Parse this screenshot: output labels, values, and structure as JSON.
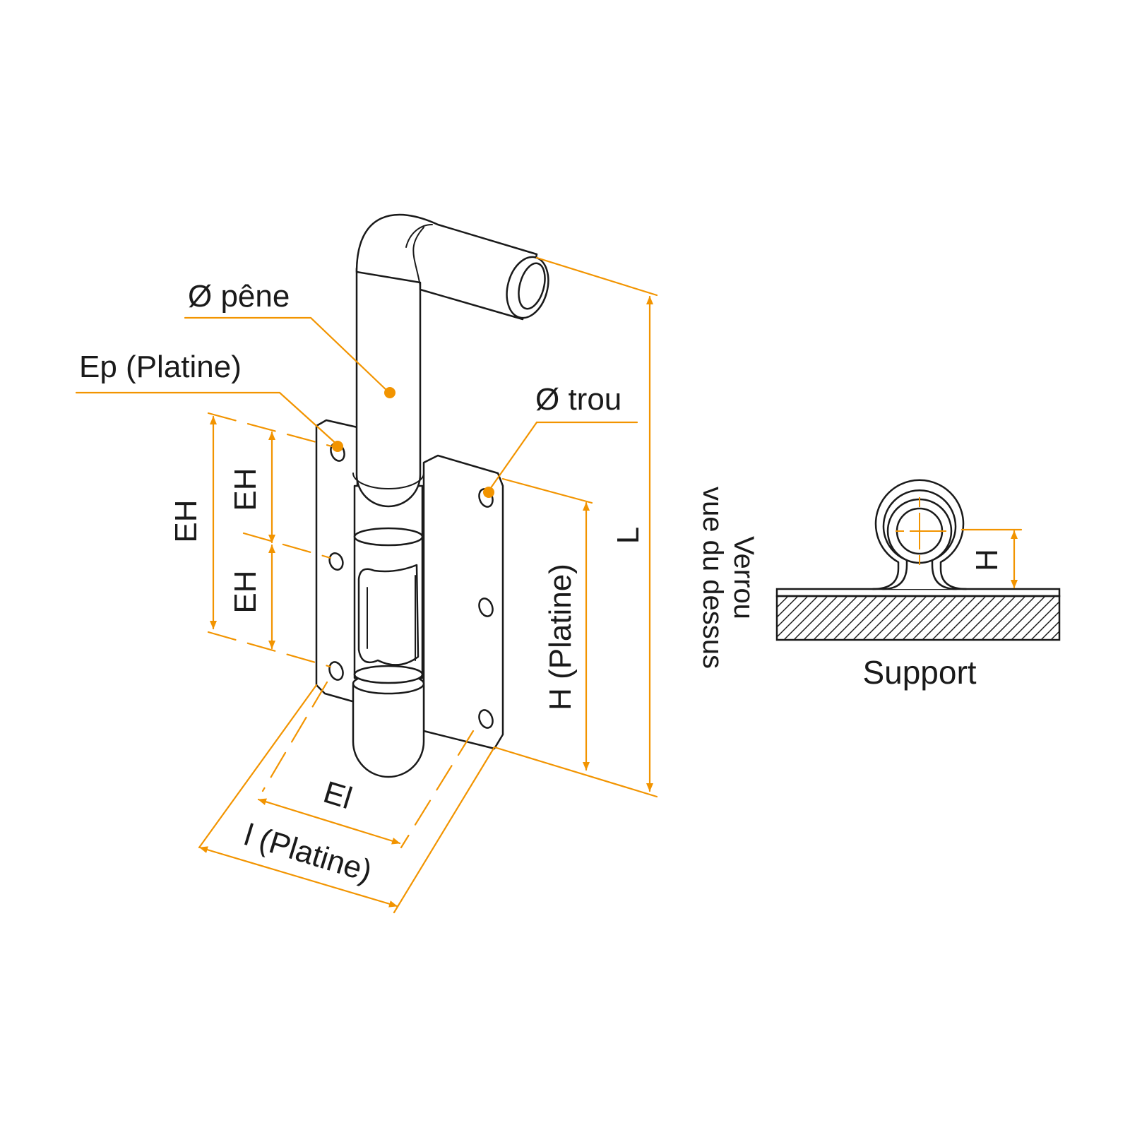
{
  "colors": {
    "accent": "#f29400",
    "line": "#1a1a1a",
    "background": "#ffffff"
  },
  "labels": {
    "diam_pene": "Ø pêne",
    "ep_platine": "Ep (Platine)",
    "diam_trou": "Ø trou",
    "eh_total": "EH",
    "eh_upper": "EH",
    "eh_lower": "EH",
    "h_platine": "H (Platine)",
    "l_total": "L",
    "el": "El",
    "l_platine": "l (Platine)",
    "verrou_line1": "Verrou",
    "verrou_line2": "vue du dessus",
    "h_small": "H",
    "support": "Support"
  }
}
